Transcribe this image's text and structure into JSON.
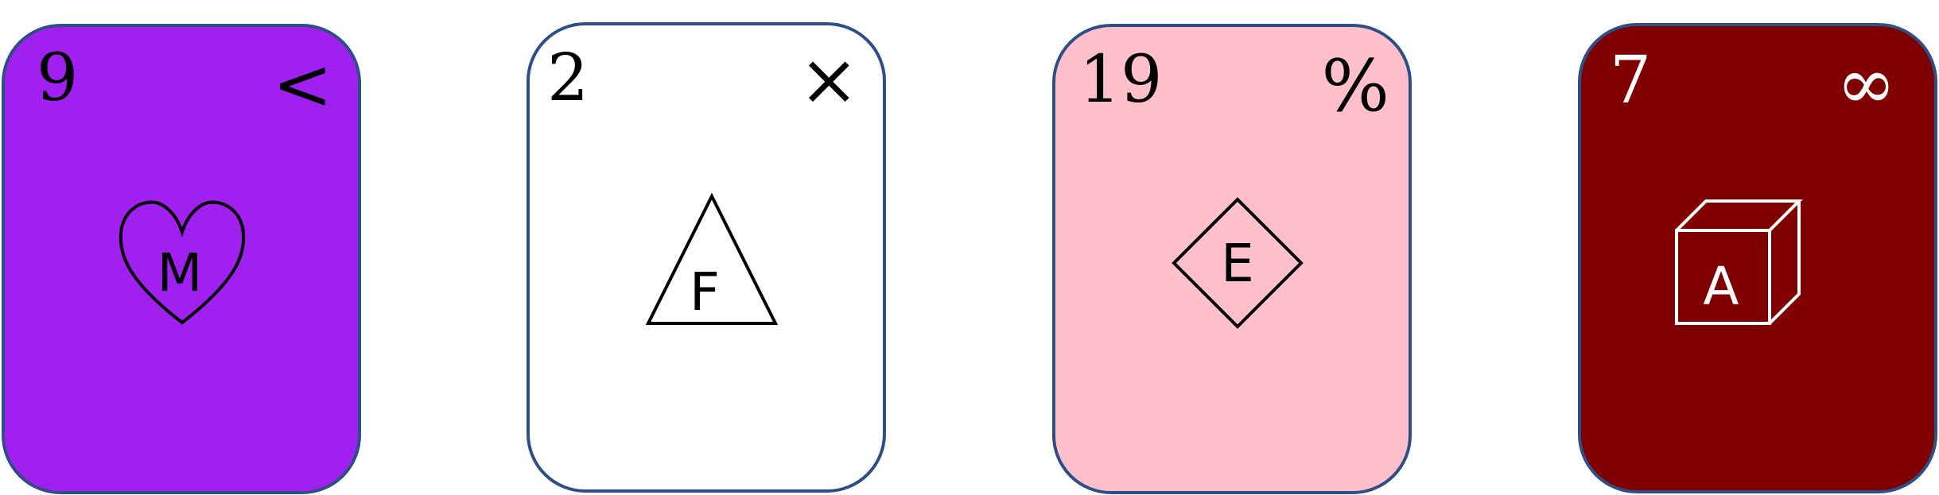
{
  "cards": [
    {
      "number": "9",
      "operator": "<",
      "shape": "heart",
      "letter": "M",
      "background": "#a020f0",
      "ink": "#000000"
    },
    {
      "number": "2",
      "operator": "×",
      "shape": "triangle",
      "letter": "F",
      "background": "#ffffff",
      "ink": "#000000"
    },
    {
      "number": "19",
      "operator": "%",
      "shape": "diamond",
      "letter": "E",
      "background": "#ffc0cb",
      "ink": "#000000"
    },
    {
      "number": "7",
      "operator": "∞",
      "shape": "cube",
      "letter": "A",
      "background": "#800000",
      "ink": "#ffffff"
    }
  ],
  "card_border_color": "#2e4f86"
}
